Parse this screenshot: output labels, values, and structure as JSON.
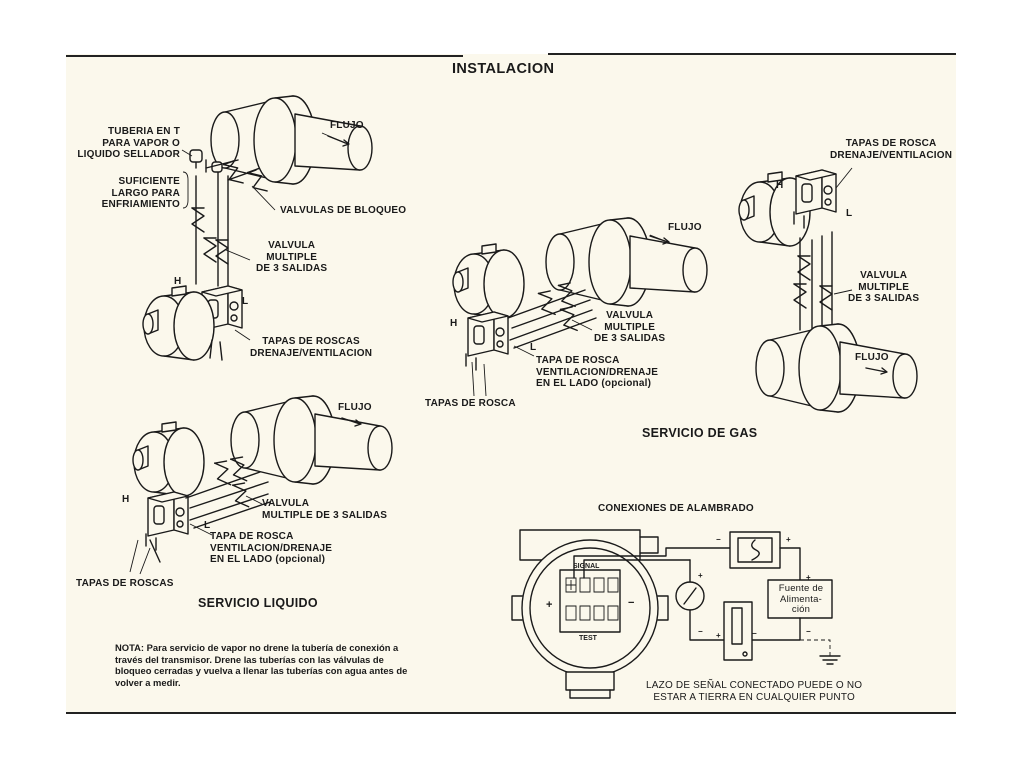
{
  "title": "INSTALACION",
  "steam": {
    "tee_label": "TUBERIA EN T\nPARA VAPOR O\nLIQUIDO SELLADOR",
    "length_label": "SUFICIENTE\nLARGO PARA\nENFRIAMIENTO",
    "flow_label": "FLUJO",
    "block_valves_label": "VALVULAS DE BLOQUEO",
    "manifold_label": "VALVULA\nMULTIPLE\nDE 3 SALIDAS",
    "h_label": "H",
    "l_label": "L",
    "caps_label": "TAPAS DE ROSCAS\nDRENAJE/VENTILACION"
  },
  "liquid": {
    "flow_label": "FLUJO",
    "manifold_label": "VALVULA\nMULTIPLE DE 3 SALIDAS",
    "h_label": "H",
    "l_label": "L",
    "cap_label": "TAPA DE ROSCA\nVENTILACION/DRENAJE\nEN EL LADO (opcional)",
    "caps_label": "TAPAS DE ROSCAS",
    "service_title": "SERVICIO LIQUIDO"
  },
  "gas_center": {
    "flow_label": "FLUJO",
    "manifold_label": "VALVULA\nMULTIPLE\nDE 3 SALIDAS",
    "h_label": "H",
    "l_label": "L",
    "cap_label": "TAPA DE ROSCA\nVENTILACION/DRENAJE\nEN EL LADO (opcional)",
    "caps_label": "TAPAS DE ROSCA"
  },
  "gas_right": {
    "caps_label": "TAPAS DE ROSCA\nDRENAJE/VENTILACION",
    "h_label": "H",
    "l_label": "L",
    "manifold_label": "VALVULA\nMULTIPLE\nDE 3 SALIDAS",
    "flow_label": "FLUJO"
  },
  "gas_title": "SERVICIO DE GAS",
  "wiring": {
    "title": "CONEXIONES DE ALAMBRADO",
    "signal_label": "SIGNAL",
    "test_label": "TEST",
    "power_label": "Fuente de\nAlimenta-\nción",
    "plus": "+",
    "minus": "−",
    "ground_note": "LAZO DE SEÑAL CONECTADO PUEDE O NO\nESTAR A TIERRA EN CUALQUIER PUNTO"
  },
  "note": {
    "lead": "NOTA:",
    "body": "Para servicio de vapor no drene la tubería de conexión a través del transmisor. Drene las tuberías con las válvulas de bloqueo cerradas y vuelva a llenar las tuberías con agua antes de volver a medir."
  }
}
